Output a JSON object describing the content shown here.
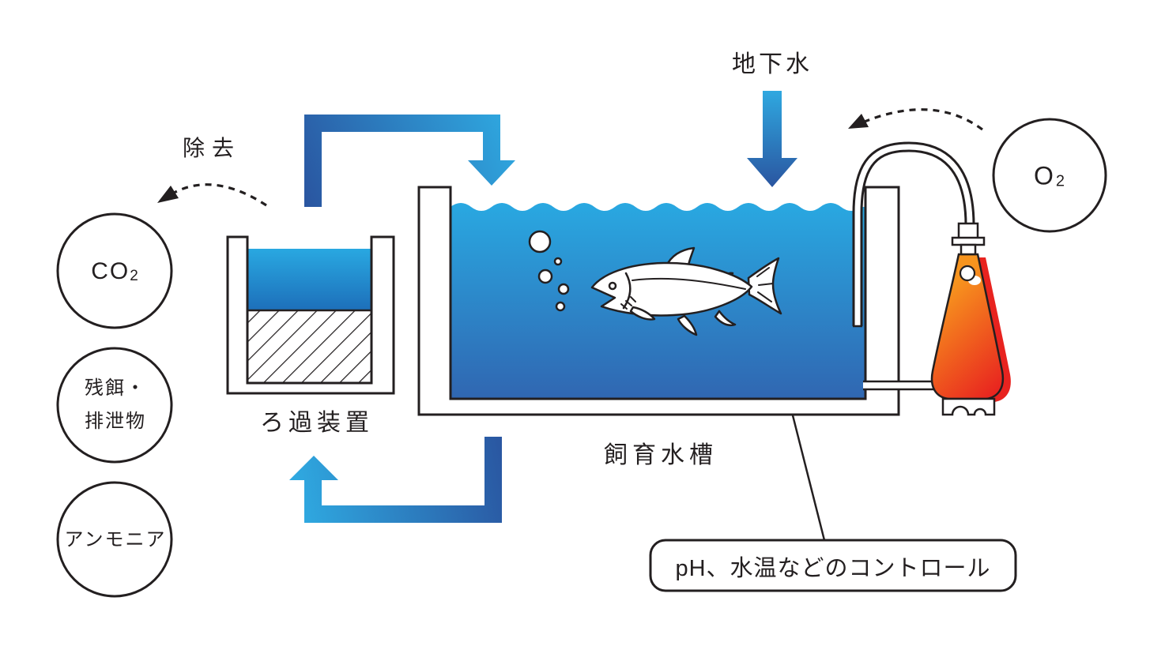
{
  "left_panel": {
    "removal_label": "除去",
    "circles": [
      {
        "main": "CO",
        "sub": "2"
      },
      {
        "line1": "残餌・",
        "line2": "排泄物"
      },
      {
        "line1": "アンモニア"
      }
    ]
  },
  "filter": {
    "label": "ろ過装置"
  },
  "tank": {
    "label": "飼育水槽"
  },
  "groundwater": {
    "label": "地下水"
  },
  "oxygen": {
    "main": "O",
    "sub": "2"
  },
  "control": {
    "label": "pH、水温などのコントロール"
  },
  "colors": {
    "outline": "#231f20",
    "water_top": "#29a8e1",
    "water_bottom": "#3066b1",
    "filter_water_top": "#29a8e1",
    "filter_water_bottom": "#1d6fba",
    "pipe_dark": "#2a55a0",
    "pipe_light": "#2fa8e0",
    "cone_orange": "#f7941e",
    "cone_red": "#e8231f",
    "shadow_red": "#e8231f"
  }
}
